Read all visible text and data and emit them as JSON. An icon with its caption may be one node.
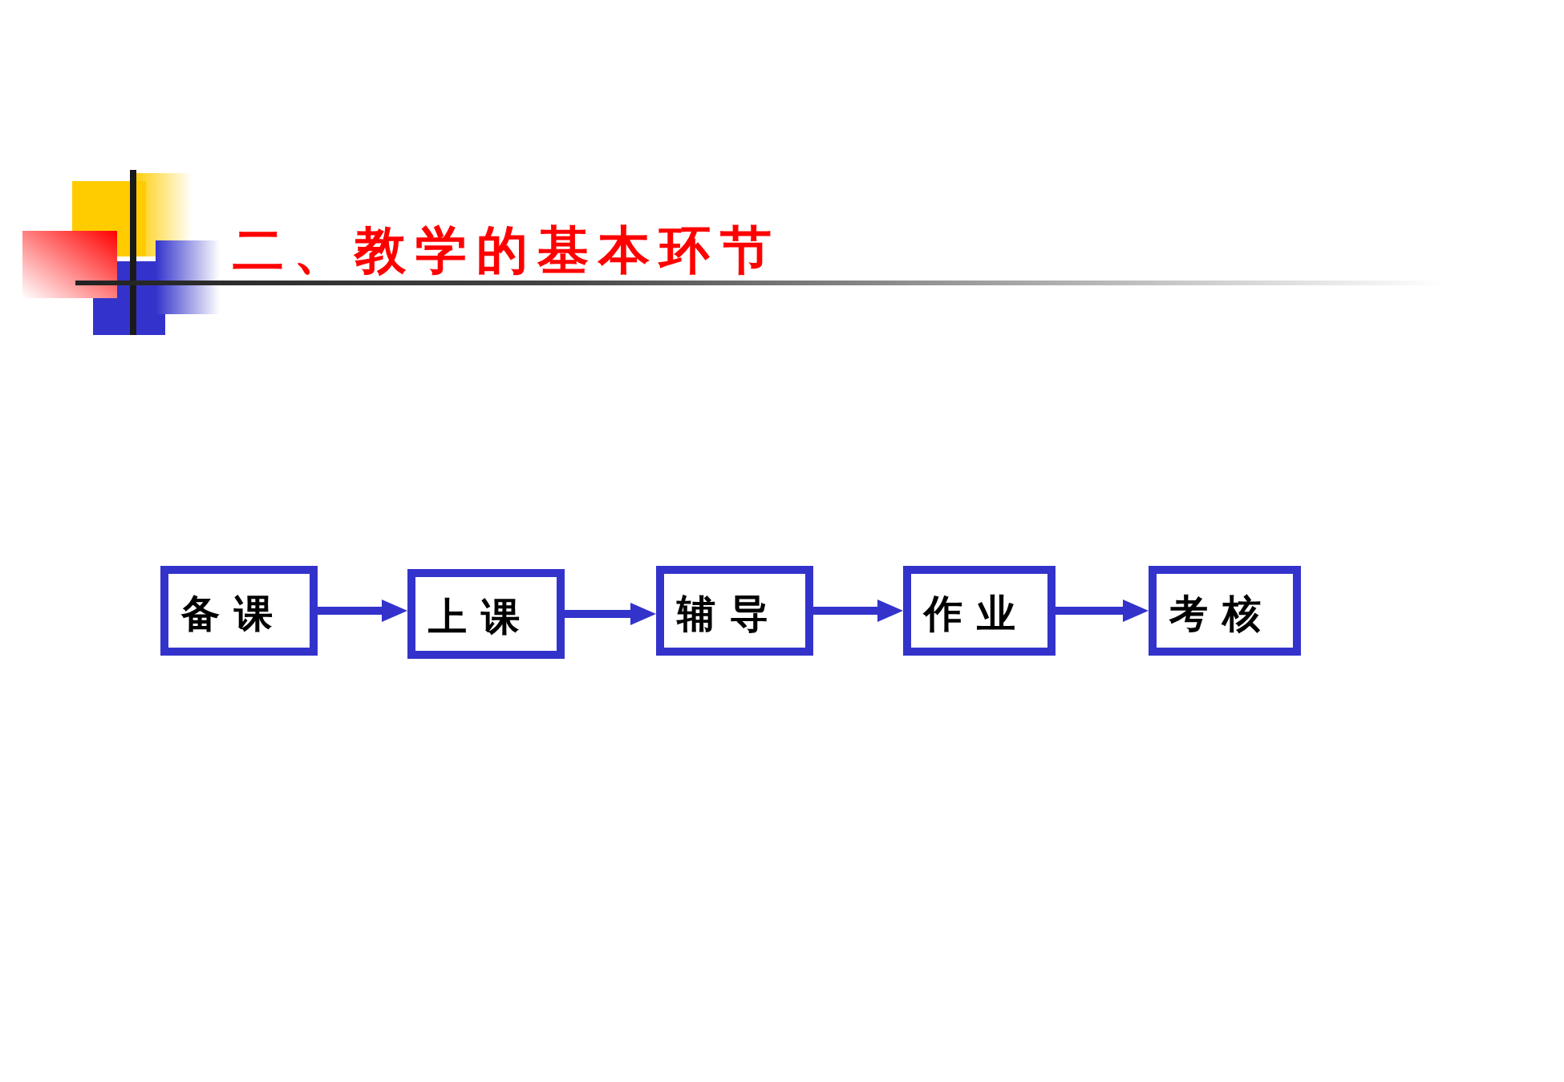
{
  "diagram": {
    "title": "二、教学的基本环节",
    "nodes": [
      {
        "text": [
          "备课"
        ]
      },
      {
        "text": [
          "上课"
        ]
      },
      {
        "text": [
          "辅导"
        ]
      },
      {
        "text": [
          "作业"
        ]
      },
      {
        "text": [
          "考核"
        ]
      }
    ],
    "edges": [
      {
        "from": 0,
        "to": 1,
        "arrow": "to"
      },
      {
        "from": 1,
        "to": 2,
        "arrow": "to"
      },
      {
        "from": 2,
        "to": 3,
        "arrow": "to"
      },
      {
        "from": 3,
        "to": 4,
        "arrow": "to"
      }
    ]
  }
}
